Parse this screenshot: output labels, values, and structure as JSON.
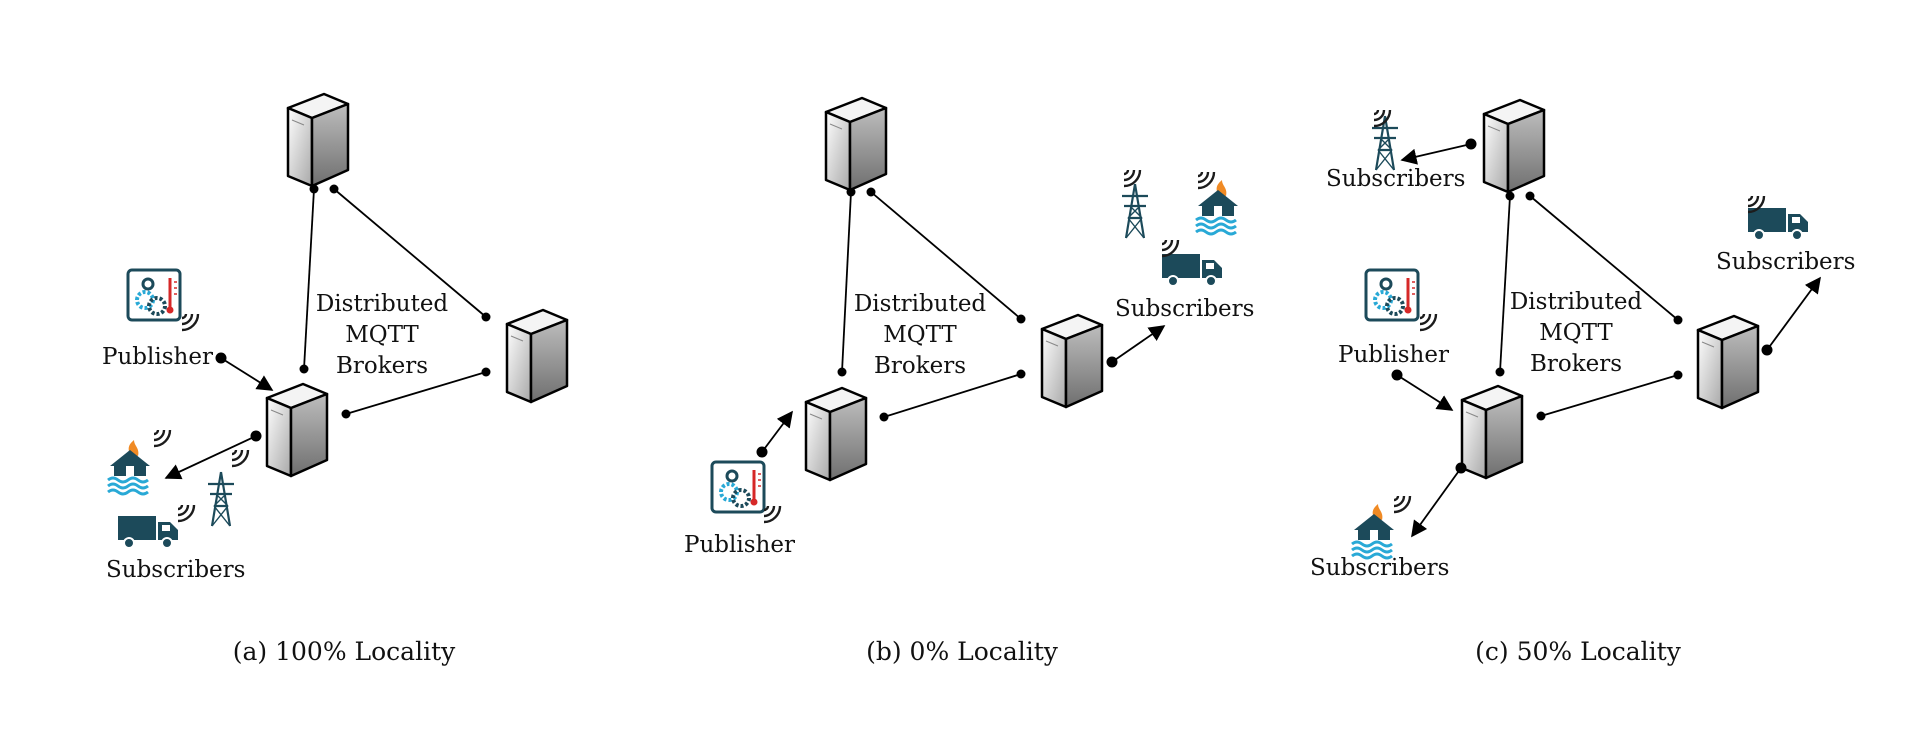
{
  "figure": {
    "panels": [
      {
        "id": "a",
        "caption": "(a) 100% Locality",
        "center_label": [
          "Distributed",
          "MQTT",
          "Brokers"
        ],
        "publisher_label": "Publisher",
        "subscriber_labels": [
          "Subscribers"
        ]
      },
      {
        "id": "b",
        "caption": "(b) 0% Locality",
        "center_label": [
          "Distributed",
          "MQTT",
          "Brokers"
        ],
        "publisher_label": "Publisher",
        "subscriber_labels": [
          "Subscribers"
        ]
      },
      {
        "id": "c",
        "caption": "(c) 50% Locality",
        "center_label": [
          "Distributed",
          "MQTT",
          "Brokers"
        ],
        "publisher_label": "Publisher",
        "subscriber_labels": [
          "Subscribers",
          "Subscribers",
          "Subscribers"
        ]
      }
    ],
    "colors": {
      "icon_dark": "#1c4a5a",
      "water": "#29a9d6",
      "flame": "#f08a24",
      "thermo": "#d62828",
      "server_light": "#f2f2f2",
      "server_dark": "#9a9a9a"
    },
    "icons": [
      "server-icon",
      "factory-sensor-icon",
      "house-flood-fire-icon",
      "power-tower-icon",
      "truck-icon",
      "wireless-signal-icon"
    ]
  }
}
